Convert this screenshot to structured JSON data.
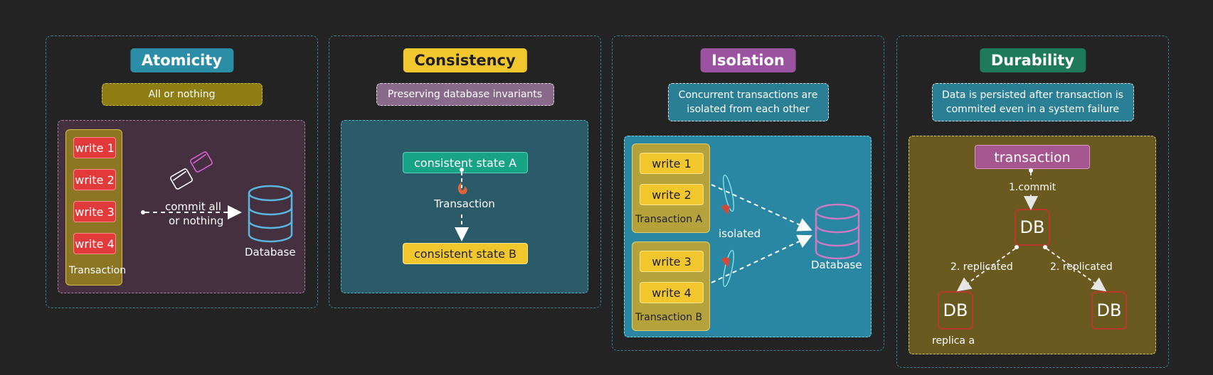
{
  "atomicity": {
    "title": "Atomicity",
    "subtitle": "All or nothing",
    "writes": [
      "write 1",
      "write 2",
      "write 3",
      "write 4"
    ],
    "transaction_label": "Transaction",
    "arrow_label_1": "commit all",
    "arrow_label_2": "or nothing",
    "database_label": "Database",
    "colors": {
      "title_bg": "#2c8ea6",
      "subtitle_bg": "#8e7d12",
      "inner_bg": "#44303f"
    }
  },
  "consistency": {
    "title": "Consistency",
    "subtitle": "Preserving database invariants",
    "state_a": "consistent state A",
    "transaction_label": "Transaction",
    "state_b": "consistent state B",
    "colors": {
      "title_bg": "#f2c62d",
      "subtitle_bg": "#8a6a8a",
      "inner_bg": "#2b5a68",
      "state_a_bg": "#16a386"
    }
  },
  "isolation": {
    "title": "Isolation",
    "subtitle_line1": "Concurrent transactions are",
    "subtitle_line2": "isolated from each other",
    "transaction_a": {
      "writes": [
        "write 1",
        "write 2"
      ],
      "label": "Transaction A"
    },
    "transaction_b": {
      "writes": [
        "write 3",
        "write 4"
      ],
      "label": "Transaction B"
    },
    "isolated_label": "isolated",
    "database_label": "Database",
    "colors": {
      "title_bg": "#9b52a0",
      "subtitle_bg": "#2b7f95",
      "inner_bg": "#2a87a4"
    }
  },
  "durability": {
    "title": "Durability",
    "subtitle_line1": "Data is persisted after transaction is",
    "subtitle_line2": "commited even in a system failure",
    "transaction_label": "transaction",
    "commit_label": "1.commit",
    "db_main": "DB",
    "replicated_left": "2. replicated",
    "replicated_right": "2. replicated",
    "db_left": "DB",
    "db_right": "DB",
    "replica_label": "replica a",
    "colors": {
      "title_bg": "#1e7a5a",
      "subtitle_bg": "#2b7f95",
      "inner_bg": "#6b5a1f",
      "transaction_bg": "#a5568e"
    }
  }
}
